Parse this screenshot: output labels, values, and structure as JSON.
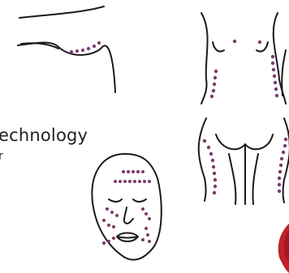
{
  "caption": {
    "text": "echnology",
    "tail": "r"
  },
  "colors": {
    "background": "#ffffff",
    "outline": "#1a1a1a",
    "treatment_dots": "#7b3a6e",
    "accent_shape": "#c0222a"
  },
  "illustrations": [
    {
      "name": "upper-arm-diagram",
      "icon": "arm-outline-icon"
    },
    {
      "name": "torso-front-diagram",
      "icon": "torso-outline-icon"
    },
    {
      "name": "face-diagram",
      "icon": "face-outline-icon"
    },
    {
      "name": "legs-back-diagram",
      "icon": "legs-outline-icon"
    }
  ]
}
